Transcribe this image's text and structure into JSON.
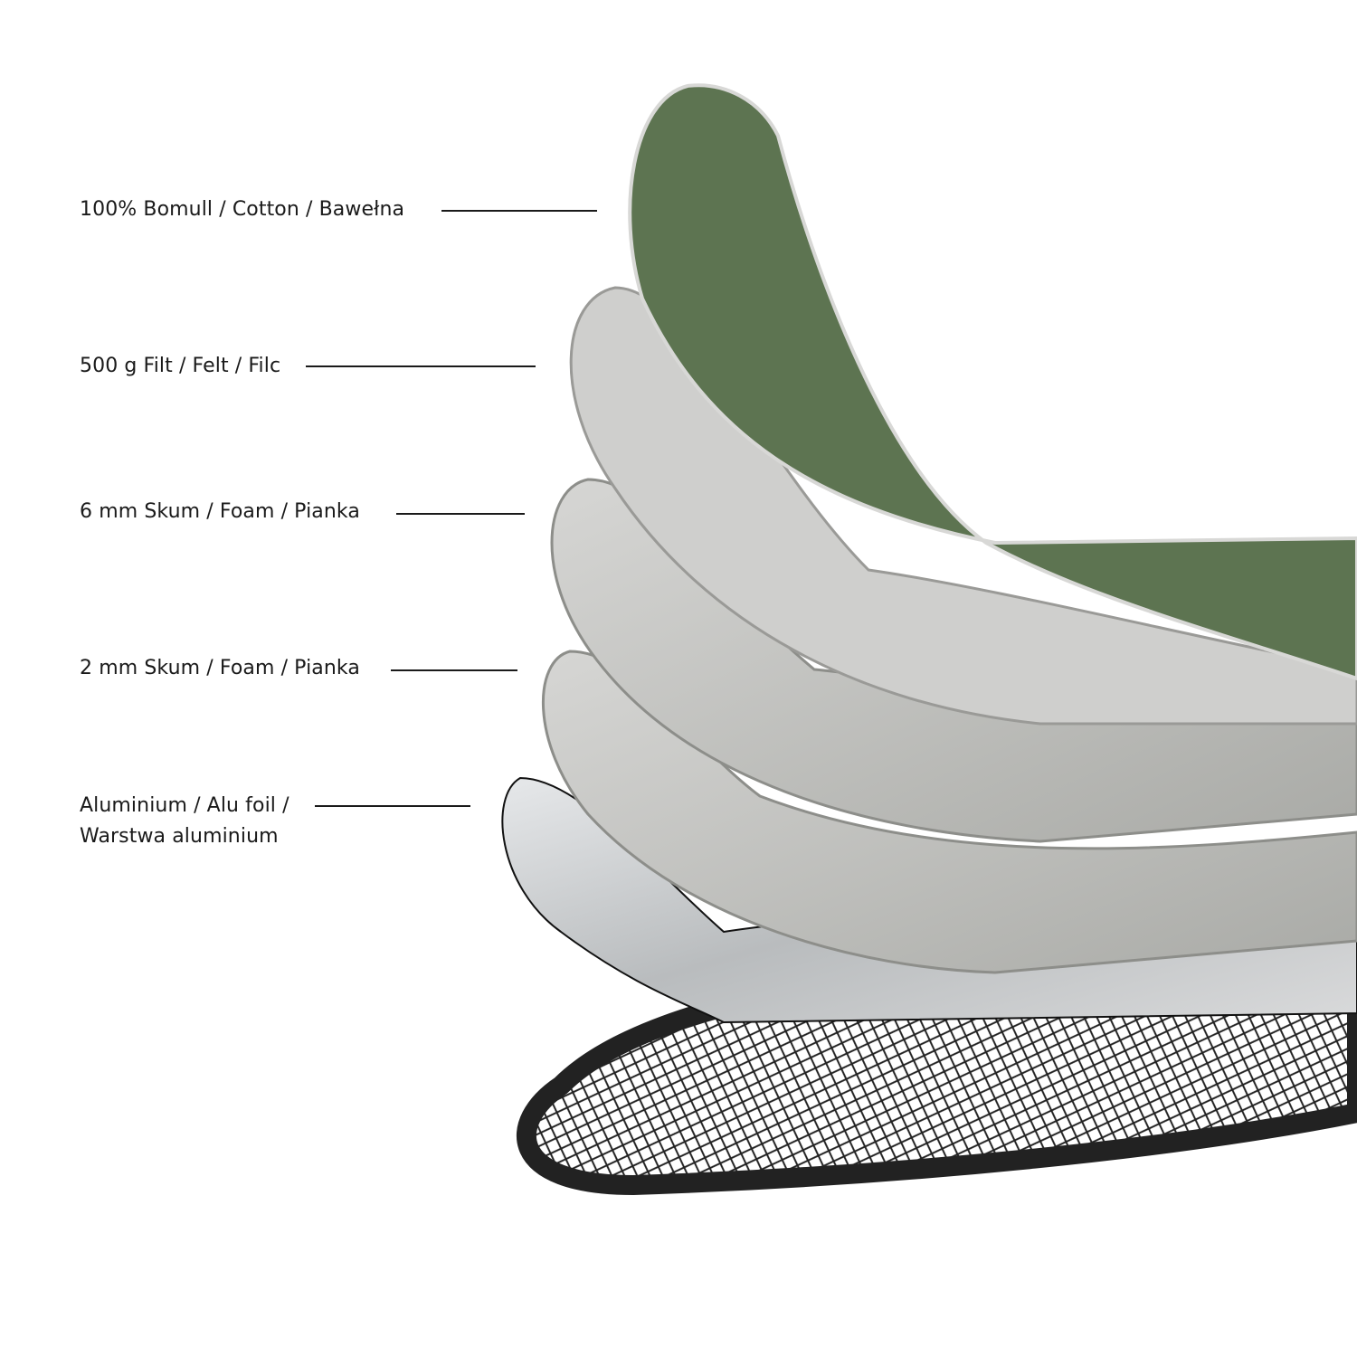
{
  "layers": [
    {
      "label": "100% Bomull / Cotton / Bawełna"
    },
    {
      "label": "500 g Filt / Felt / Filc"
    },
    {
      "label": "6 mm Skum / Foam / Pianka"
    },
    {
      "label": "2 mm Skum / Foam / Pianka"
    },
    {
      "label_line1": "Aluminium / Alu foil /",
      "label_line2": "Warstwa aluminium"
    }
  ],
  "colors": {
    "cotton": "#5d7451",
    "felt": "#c9c9c7",
    "foam": "#b9bab6",
    "foil": "#d4d6d8",
    "mesh": "#2a2a2a"
  }
}
